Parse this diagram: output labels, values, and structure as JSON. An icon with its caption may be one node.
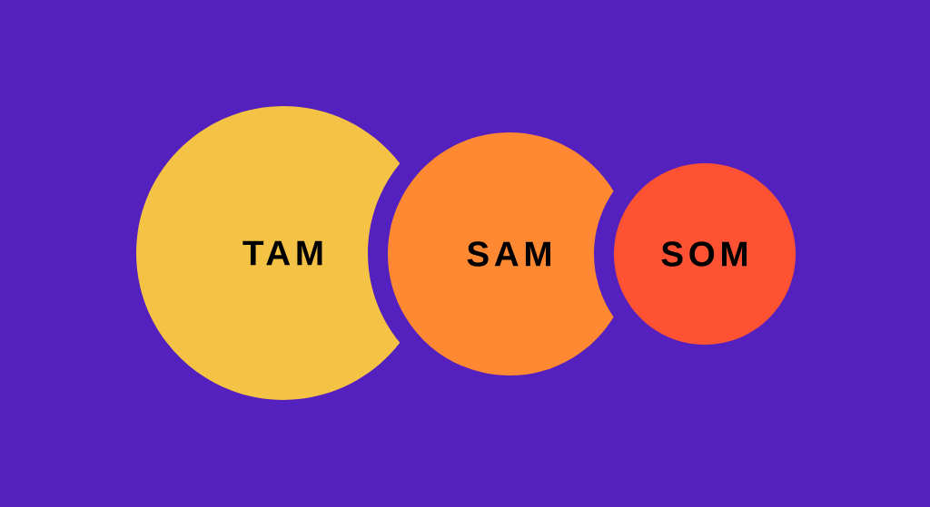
{
  "diagram": {
    "nodes": [
      {
        "text": [
          "TAM"
        ]
      },
      {
        "text": [
          "SAM"
        ]
      },
      {
        "text": [
          "SOM"
        ]
      }
    ]
  }
}
